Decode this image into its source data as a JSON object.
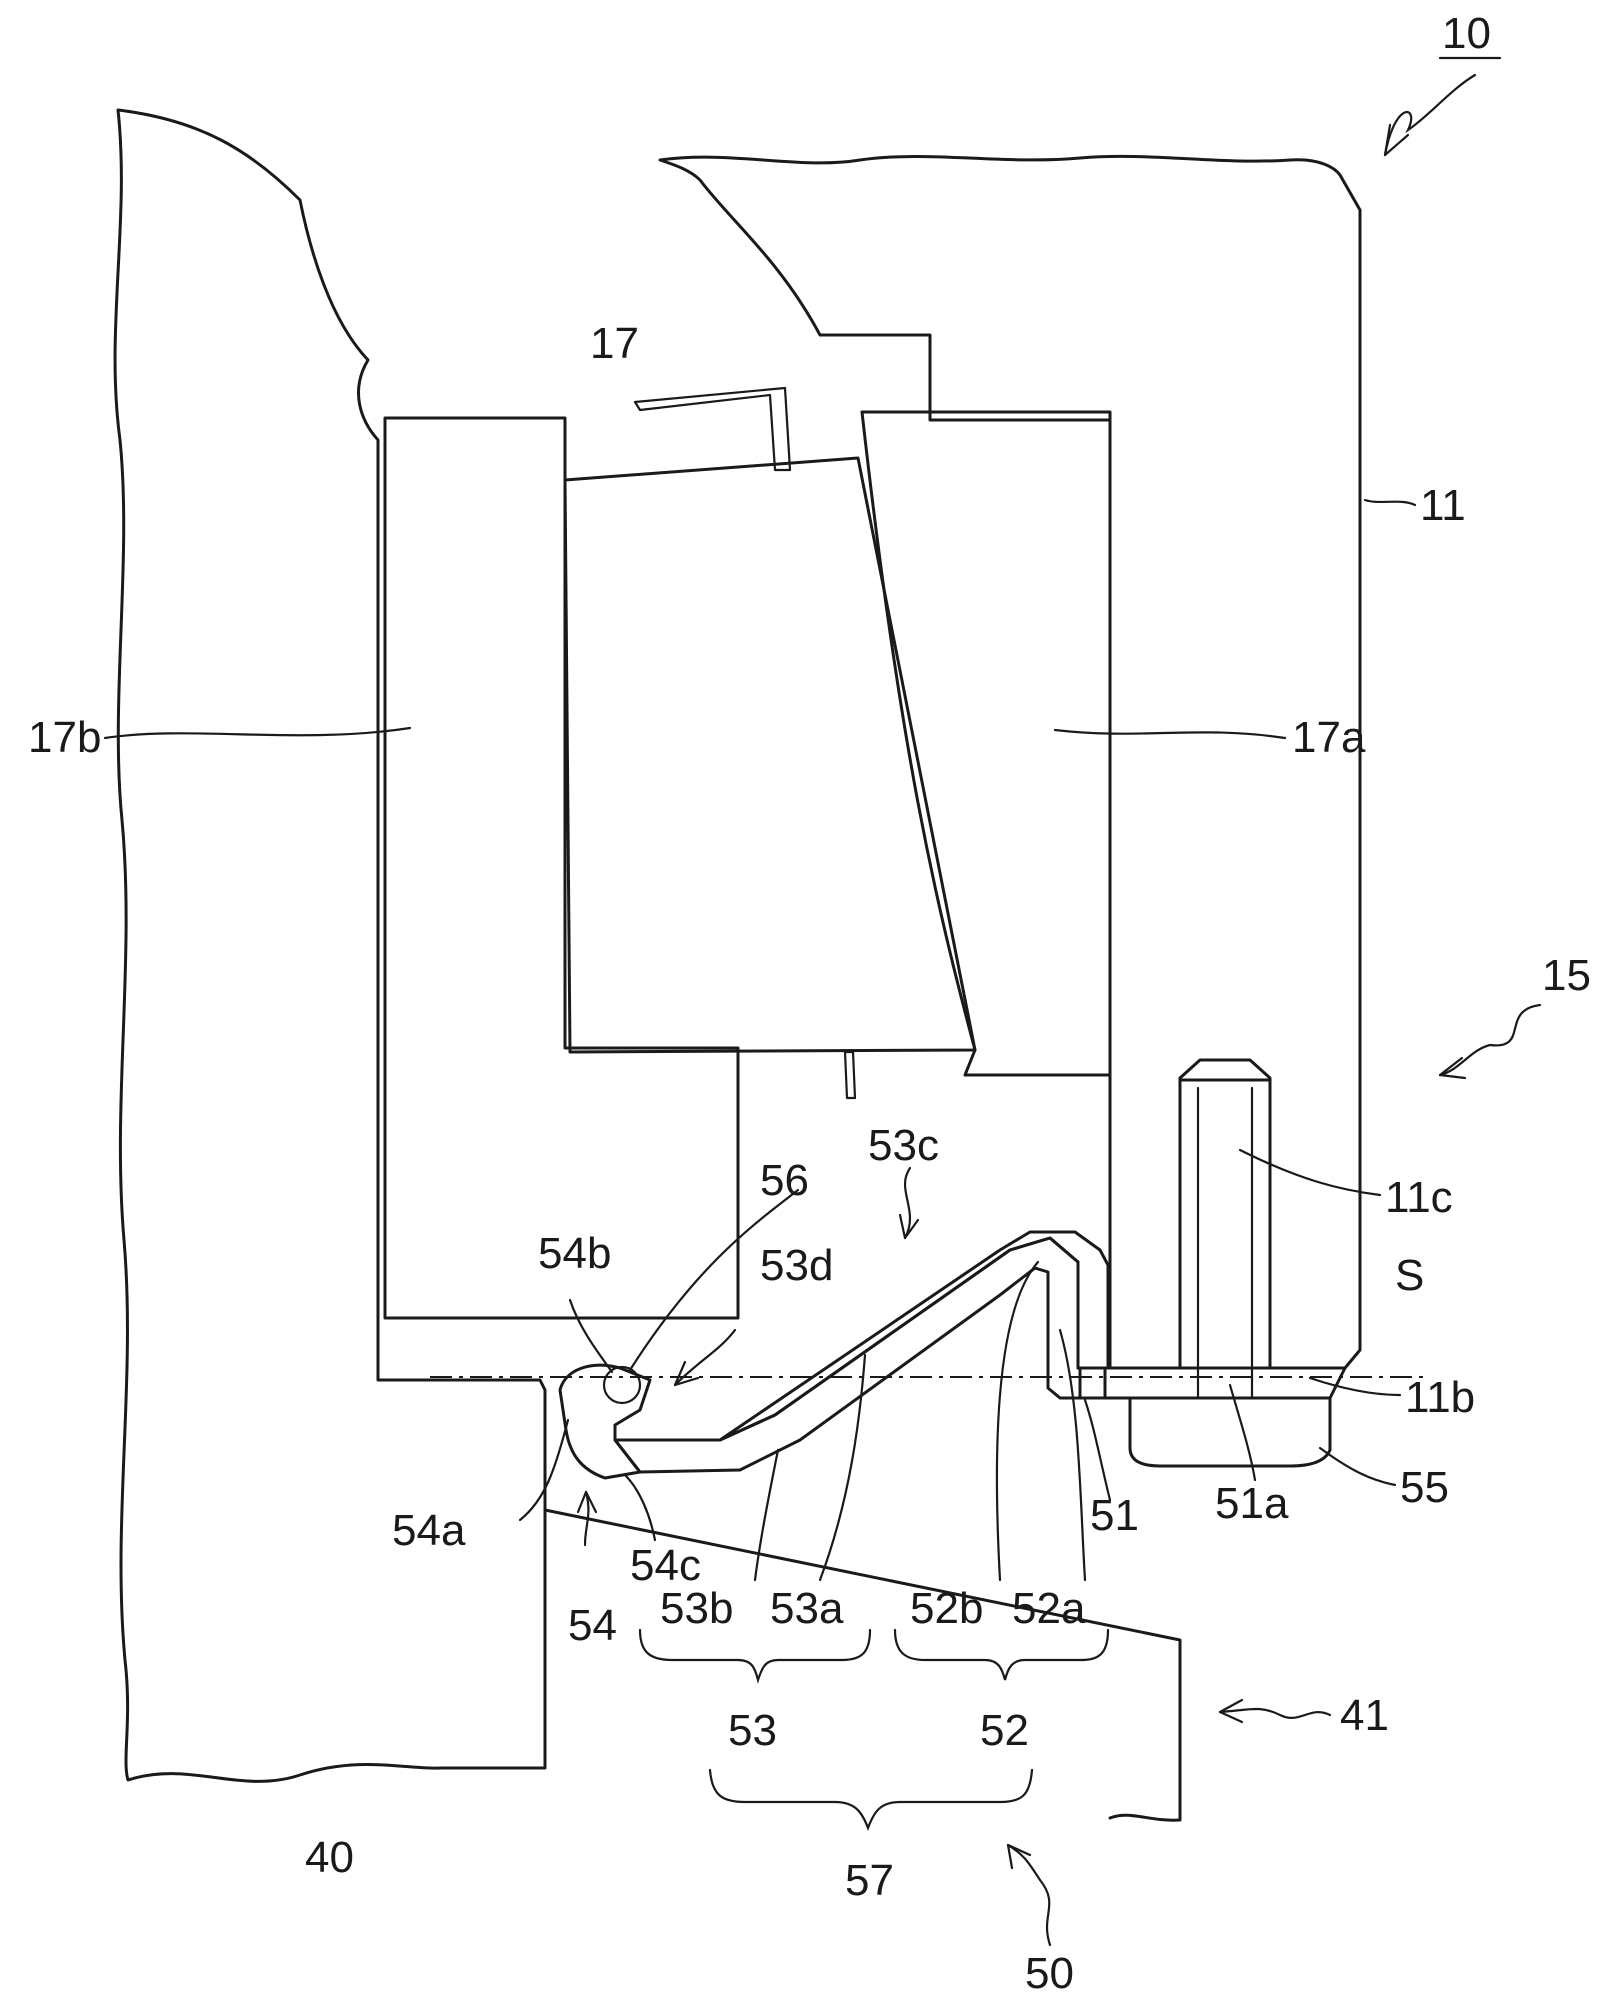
{
  "figure": {
    "ref_numeral": "10",
    "labels": {
      "l17": "17",
      "l17a": "17a",
      "l17b": "17b",
      "l11": "11",
      "l11b": "11b",
      "l11c": "11c",
      "l15": "15",
      "lS": "S",
      "l40": "40",
      "l41": "41",
      "l50": "50",
      "l51": "51",
      "l51a": "51a",
      "l52": "52",
      "l52a": "52a",
      "l52b": "52b",
      "l53": "53",
      "l53a": "53a",
      "l53b": "53b",
      "l53c": "53c",
      "l53d": "53d",
      "l54": "54",
      "l54a": "54a",
      "l54b": "54b",
      "l54c": "54c",
      "l55": "55",
      "l56": "56",
      "l57": "57"
    }
  }
}
